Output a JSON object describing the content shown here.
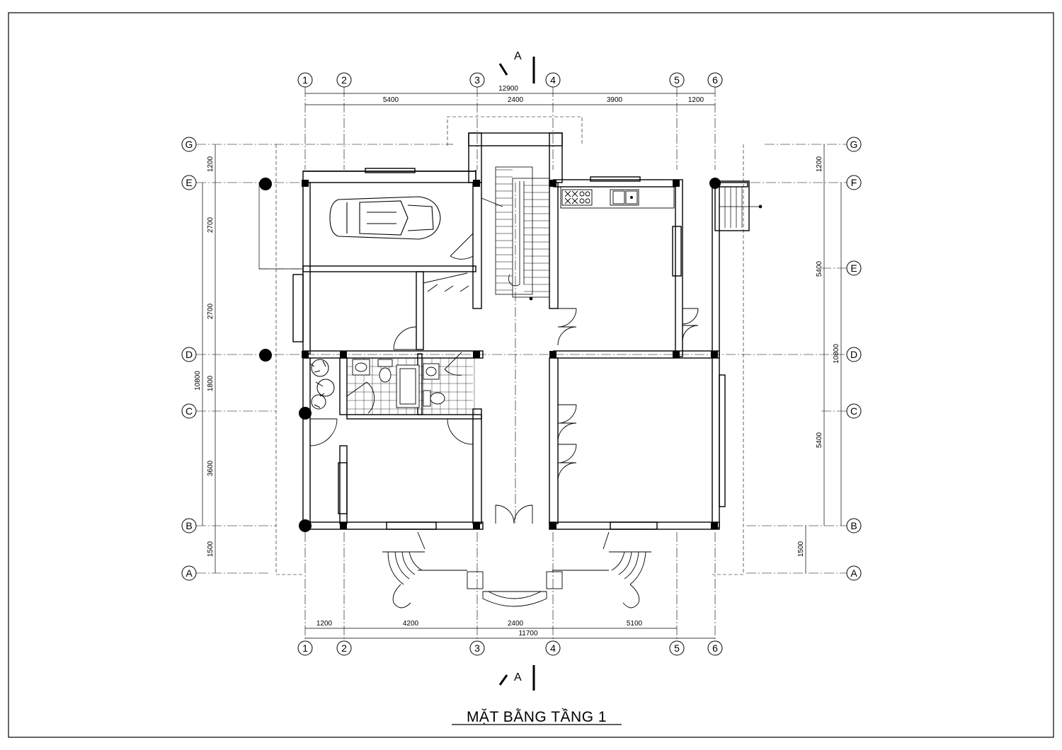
{
  "drawing": {
    "title": "MẶT BẰNG TẦNG 1",
    "section_mark": "A",
    "grid_cols": [
      "1",
      "2",
      "3",
      "4",
      "5",
      "6"
    ],
    "grid_rows_left": [
      "G",
      "E",
      "D",
      "C",
      "B",
      "A"
    ],
    "grid_rows_right": [
      "G",
      "F",
      "E",
      "D",
      "C",
      "B",
      "A"
    ],
    "dims_top": {
      "total": "12900",
      "segments": [
        "5400",
        "2400",
        "3900",
        "1200"
      ]
    },
    "dims_bottom": {
      "total": "11700",
      "segments": [
        "1200",
        "4200",
        "2400",
        "5100"
      ]
    },
    "dims_left": {
      "total": "10800",
      "segments": [
        "1200",
        "2700",
        "2700",
        "1800",
        "3600",
        "1500"
      ]
    },
    "dims_right": {
      "total": "10800",
      "segments": [
        "1200",
        "5400",
        "5400",
        "1500"
      ]
    }
  }
}
